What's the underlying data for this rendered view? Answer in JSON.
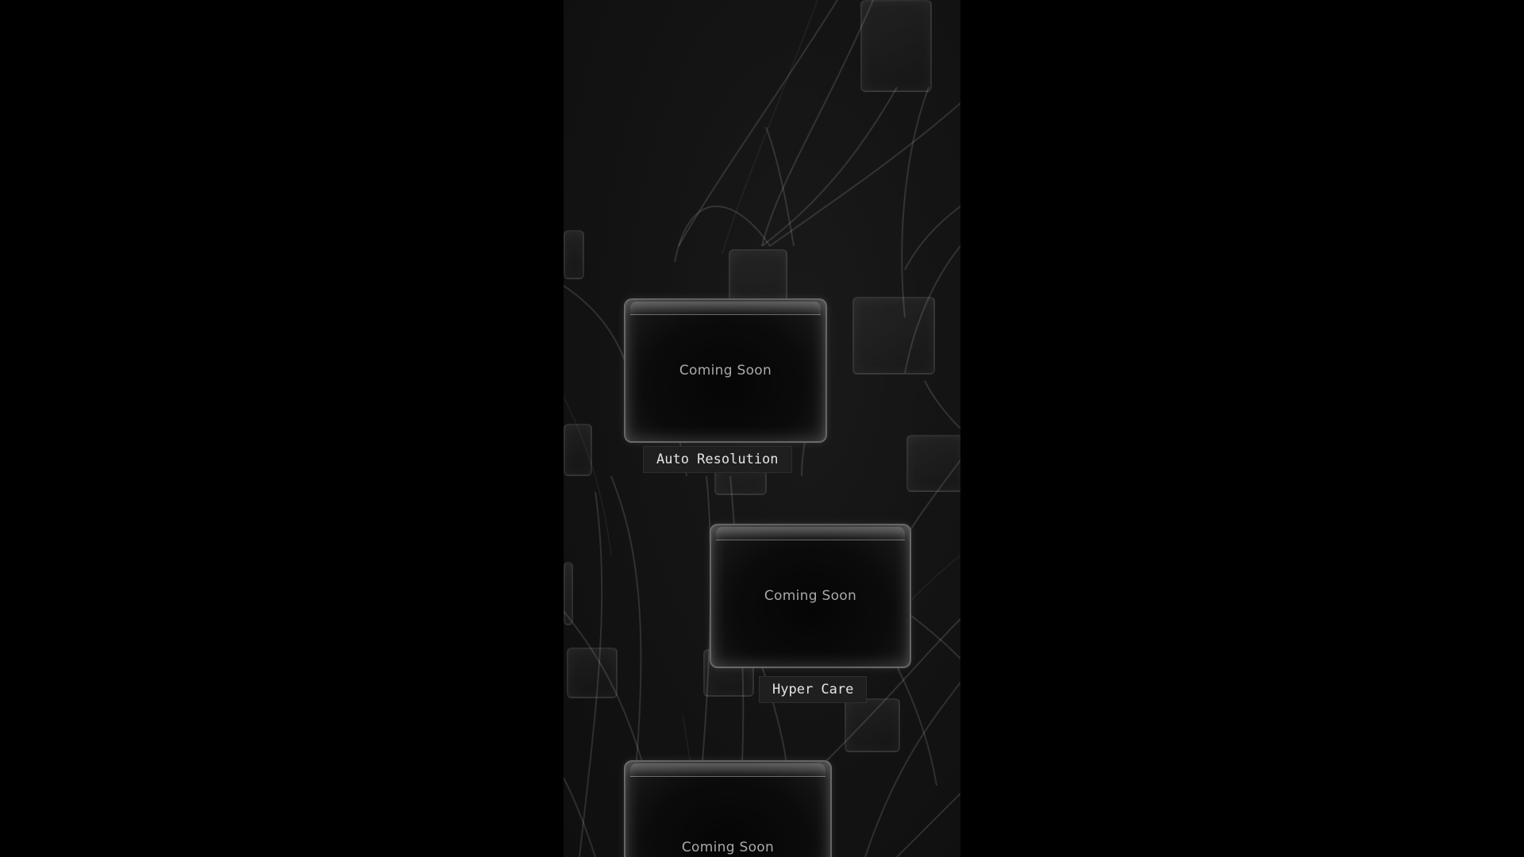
{
  "colors": {
    "page_background": "#000000",
    "panel_background": "#141414",
    "card_text": "#a9a9a9",
    "label_text": "#e4e4e4",
    "label_background": "#1f1f1f",
    "line_color": "#ffffff"
  },
  "cards": [
    {
      "status": "Coming Soon",
      "label": "Auto Resolution"
    },
    {
      "status": "Coming Soon",
      "label": "Hyper Care"
    },
    {
      "status": "Coming Soon"
    }
  ]
}
